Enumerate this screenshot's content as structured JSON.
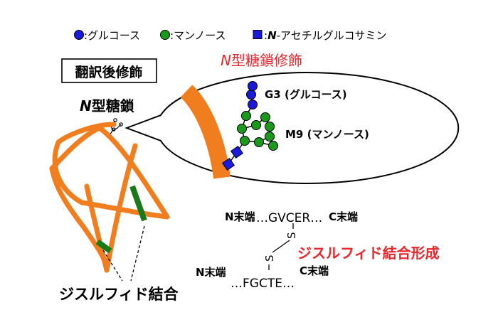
{
  "legend": {
    "glucose": ":グルコース",
    "mannose": ":マンノース",
    "glcnac_prefix": ":",
    "glcnac_italic": "N",
    "glcnac_rest": "-アセチルグルコサミン"
  },
  "labels": {
    "ptm_box": "翻訳後修飾",
    "glycan_n": "N",
    "glycan_rest": "型糖鎖",
    "nglyc_n": "N",
    "nglyc_rest": "型糖鎖修飾",
    "g3": "G3 (グルコース)",
    "m9": "M9 (マンノース)",
    "disulfide_bond": "ジスルフィド結合",
    "disulfide_formation": "ジスルフィド結合形成"
  },
  "sequence": {
    "top_n": "N末端",
    "top_seq": "…GVCER…",
    "top_c": "C末端",
    "s_top": "S",
    "s_bottom": "S",
    "bottom_n": "N末端",
    "bottom_seq": "…FGCTE…",
    "bottom_c": "C末端"
  },
  "colors": {
    "glucose": "#1a1adc",
    "mannose": "#1a9a1a",
    "glcnac": "#1a1adc",
    "protein": "#f07d1e",
    "disulfide": "#1a7a1a",
    "accent_red": "#e8262b"
  }
}
